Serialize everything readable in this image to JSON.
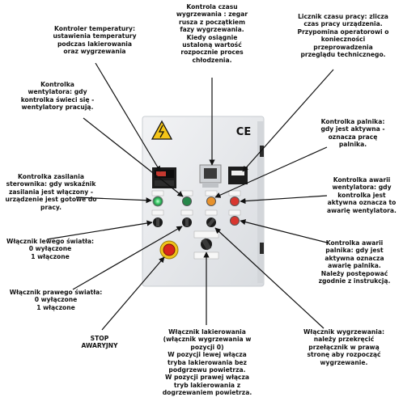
{
  "diagram": {
    "mark": "CE",
    "callouts": {
      "temp_controller": "Kontroler  temperatury:\nustawienia temperatury\npodczas lakierowania\noraz wygrzewania",
      "timer": "Kontrola czasu\nwygrzewania : zegar\nrusza z początkiem\nfazy wygrzewania.\nKiedy osiągnie\nustaloną wartość\nrozpocznie proces\nchłodzenia.",
      "hour_meter": "Licznik czasu pracy: zlicza\nczas pracy urządzenia.\nPrzypomina operatorowi o\nkonieczności\nprzeprowadzenia\nprzeglądu technicznego.",
      "fan_lamp": "Kontrolka\nwentylatora: gdy\nkontrolka świeci się -\nwentylatory pracują.",
      "burner_lamp": "Kontrolka palnika:\ngdy jest aktywna -\noznacza pracę\npalnika.",
      "power_lamp": "Kontrolka zasilania\nsterownika: gdy wskaźnik\nzasilania jest włączony -\nurządzenie jest gotowe do\npracy.",
      "fan_fault_lamp": "Kontrolka awarii\nwentylatora: gdy\nkontrolka jest\naktywna oznacza to\nawarię wentylatora.",
      "left_light_switch": "Włącznik lewego światła:\n0 wyłączone\n1 włączone",
      "burner_fault_lamp": "Kontrolka awarii\npalnika: gdy jest\naktywna oznacza\nawarię palnika.\nNależy postępować\nzgodnie z instrukcją.",
      "right_light_switch": "Włącznik prawego światła:\n0 wyłączone\n1 włączone",
      "estop": "STOP\nAWARYJNY",
      "paint_switch": "Włącznik lakierowania\n(włącznik wygrzewania w\npozycji 0)\nW pozycji lewej włącza\ntryba lakierowania bez\npodgrzewu powietrza.\nW pozycji prawej włącza\ntryb lakierowania z\ndogrzewaniem powietrza.",
      "bake_switch": "Włącznik wygrzewania:\nnależy przekręcić\nprzełącznik w prawą\nstronę aby rozpocząć\nwygrzewanie."
    }
  },
  "colors": {
    "panel": "#e7e9ec",
    "panel_edge": "#c9cdd2",
    "arrow": "#111111",
    "lamp_green": "#3ecb6a",
    "lamp_orange": "#e7912b",
    "lamp_red": "#d8362f",
    "estop_red": "#d9241b",
    "estop_yellow": "#f0c419",
    "switch_black": "#1b1b1b"
  }
}
